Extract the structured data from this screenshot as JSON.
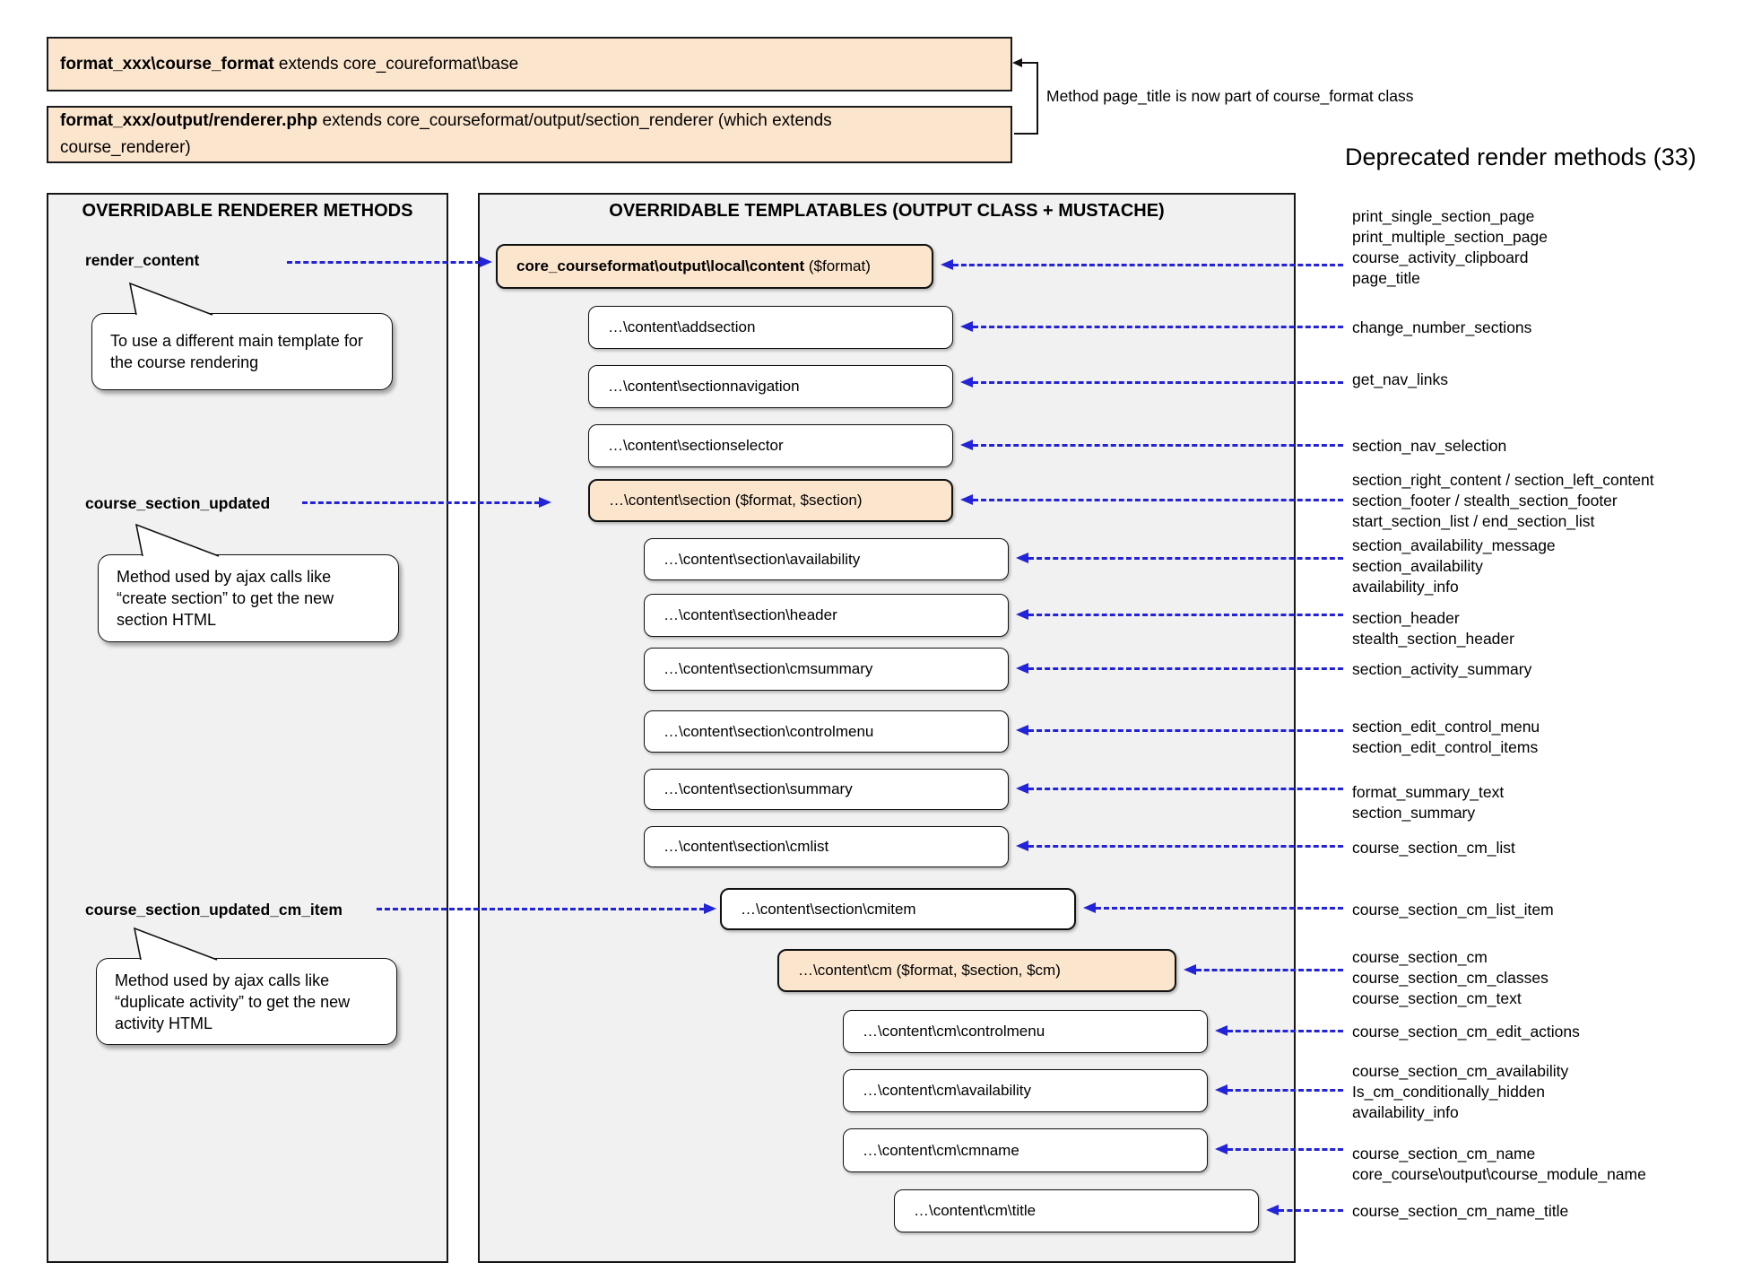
{
  "colors": {
    "accent_orange": "#fce5cd",
    "arrow_blue": "#2323d9",
    "panel_bg": "#f1f1f2"
  },
  "header": {
    "box1_bold": "format_xxx\\course_format",
    "box1_text": " extends core_coureformat\\base",
    "box2_bold": "format_xxx/output/renderer.php",
    "box2_text": " extends core_courseformat/output/section_renderer (which extends\ncourse_renderer)",
    "note": "Method page_title is now part of course_format class"
  },
  "left_panel": {
    "title": "OVERRIDABLE RENDERER METHODS",
    "methods": [
      {
        "label": "render_content",
        "bubble": "To use a different main template for\nthe course rendering"
      },
      {
        "label": "course_section_updated",
        "bubble": "Method used by ajax calls like\n“create section” to get the new\nsection HTML"
      },
      {
        "label": "course_section_updated_cm_item",
        "bubble": "Method used by ajax calls like\n“duplicate activity” to get the new\nactivity HTML"
      }
    ]
  },
  "middle_panel": {
    "title": "OVERRIDABLE TEMPLATABLES (OUTPUT CLASS + MUSTACHE)",
    "boxes": [
      {
        "bold": "core_courseformat\\output\\local\\content",
        "text": " ($format)"
      },
      {
        "text": "…\\content\\addsection"
      },
      {
        "text": "…\\content\\sectionnavigation"
      },
      {
        "text": "…\\content\\sectionselector"
      },
      {
        "text": "…\\content\\section ($format, $section)"
      },
      {
        "text": "…\\content\\section\\availability"
      },
      {
        "text": "…\\content\\section\\header"
      },
      {
        "text": "…\\content\\section\\cmsummary"
      },
      {
        "text": "…\\content\\section\\controlmenu"
      },
      {
        "text": "…\\content\\section\\summary"
      },
      {
        "text": "…\\content\\section\\cmlist"
      },
      {
        "text": "…\\content\\section\\cmitem"
      },
      {
        "text": "…\\content\\cm ($format, $section, $cm)"
      },
      {
        "text": "…\\content\\cm\\controlmenu"
      },
      {
        "text": "…\\content\\cm\\availability"
      },
      {
        "text": "…\\content\\cm\\cmname"
      },
      {
        "text": "…\\content\\cm\\title"
      }
    ]
  },
  "deprecated": {
    "title": "Deprecated render methods (33)",
    "groups": [
      {
        "lines": [
          "print_single_section_page",
          "print_multiple_section_page",
          "course_activity_clipboard",
          "page_title"
        ]
      },
      {
        "lines": [
          "change_number_sections"
        ]
      },
      {
        "lines": [
          "get_nav_links"
        ]
      },
      {
        "lines": [
          "section_nav_selection"
        ]
      },
      {
        "lines": [
          "section_right_content / section_left_content",
          "section_footer / stealth_section_footer",
          "start_section_list / end_section_list"
        ]
      },
      {
        "lines": [
          "section_availability_message",
          "section_availability",
          "availability_info"
        ]
      },
      {
        "lines": [
          "section_header",
          "stealth_section_header"
        ]
      },
      {
        "lines": [
          "section_activity_summary"
        ]
      },
      {
        "lines": [
          "section_edit_control_menu",
          "section_edit_control_items"
        ]
      },
      {
        "lines": [
          "format_summary_text",
          "section_summary"
        ]
      },
      {
        "lines": [
          "course_section_cm_list"
        ]
      },
      {
        "lines": [
          "course_section_cm_list_item"
        ]
      },
      {
        "lines": [
          "course_section_cm",
          "course_section_cm_classes",
          "course_section_cm_text"
        ]
      },
      {
        "lines": [
          "course_section_cm_edit_actions"
        ]
      },
      {
        "lines": [
          "course_section_cm_availability",
          "Is_cm_conditionally_hidden",
          "availability_info"
        ]
      },
      {
        "lines": [
          "course_section_cm_name",
          "core_course\\output\\course_module_name"
        ]
      },
      {
        "lines": [
          "course_section_cm_name_title"
        ]
      }
    ]
  }
}
